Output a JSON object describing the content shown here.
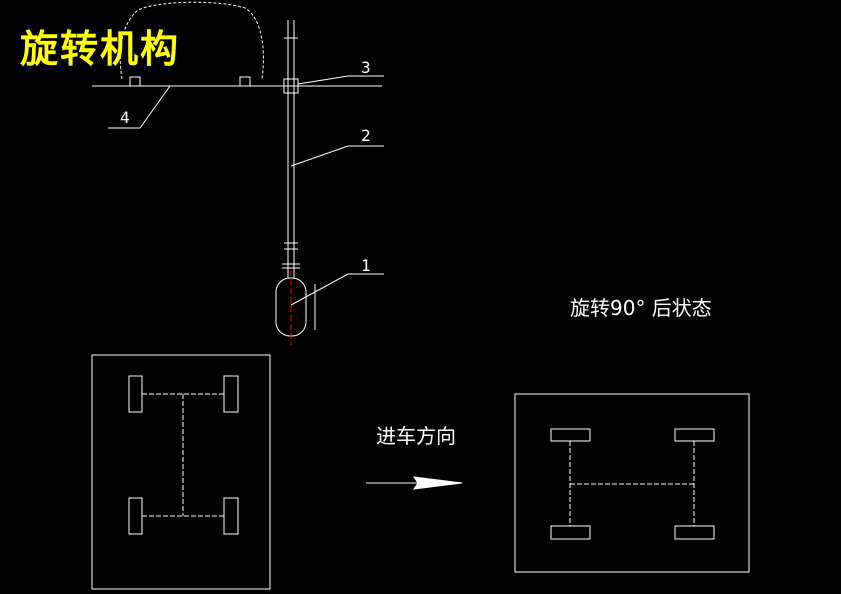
{
  "title": "旋转机构",
  "labels": {
    "part1": "1",
    "part2": "2",
    "part3": "3",
    "part4": "4",
    "after_rotation": "旋转90° 后状态",
    "direction": "进车方向"
  },
  "colors": {
    "background": "#000000",
    "title": "#ffff00",
    "lines": "#ffffff",
    "centerline": "#ff0000"
  }
}
